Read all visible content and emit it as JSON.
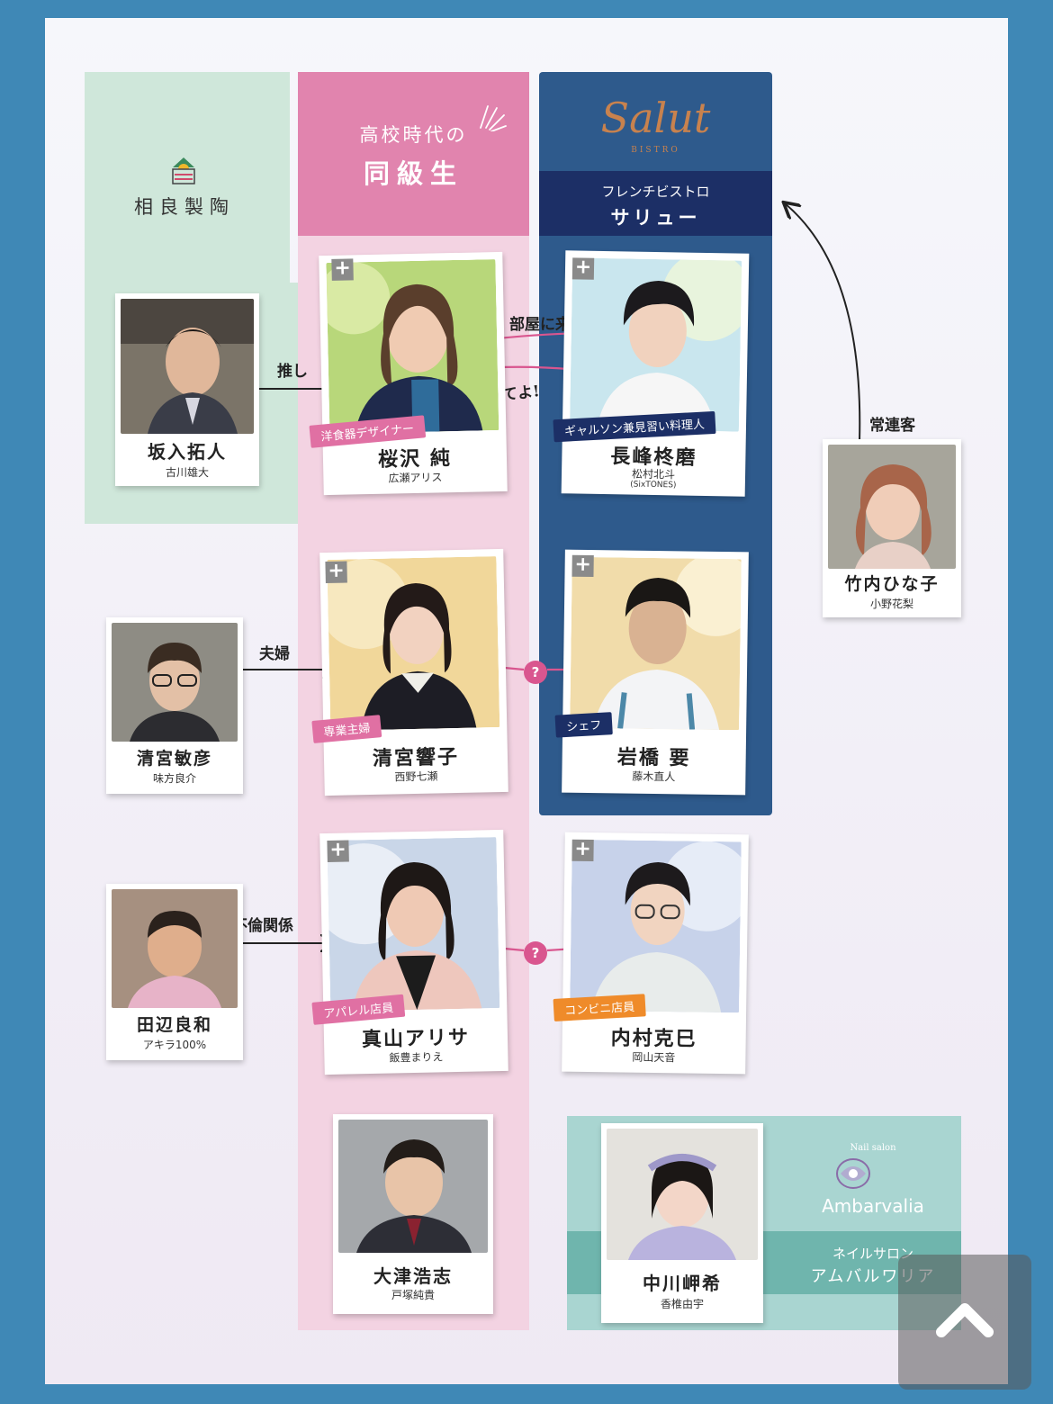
{
  "groups": {
    "company": {
      "name": "相良製陶"
    },
    "classmates": {
      "line1": "高校時代の",
      "line2": "同級生"
    },
    "bistro": {
      "logo": "Salut",
      "logo_sub": "BISTRO",
      "line1": "フレンチビストロ",
      "line2": "サリュー"
    },
    "nail_salon": {
      "small": "Nail salon",
      "logo": "Ambarvalia",
      "line1": "ネイルサロン",
      "line2": "アムバルワリア"
    }
  },
  "characters": [
    {
      "id": "sakairi",
      "name": "坂入拓人",
      "actor": "古川雄大",
      "role": ""
    },
    {
      "id": "sakurazawa",
      "name": "桜沢 純",
      "actor": "広瀬アリス",
      "role": "洋食器デザイナー"
    },
    {
      "id": "nagamine",
      "name": "長峰柊磨",
      "actor": "松村北斗",
      "actor_sub": "(SixTONES)",
      "role": "ギャルソン兼見習い料理人"
    },
    {
      "id": "takeuchi",
      "name": "竹内ひな子",
      "actor": "小野花梨",
      "role": ""
    },
    {
      "id": "kiyomiya_t",
      "name": "清宮敏彦",
      "actor": "味方良介",
      "role": ""
    },
    {
      "id": "kiyomiya_k",
      "name": "清宮響子",
      "actor": "西野七瀬",
      "role": "専業主婦"
    },
    {
      "id": "iwahashi",
      "name": "岩橋 要",
      "actor": "藤木直人",
      "role": "シェフ"
    },
    {
      "id": "tanabe",
      "name": "田辺良和",
      "actor": "アキラ100%",
      "role": ""
    },
    {
      "id": "mayama",
      "name": "真山アリサ",
      "actor": "飯豊まりえ",
      "role": "アパレル店員"
    },
    {
      "id": "uchimura",
      "name": "内村克巳",
      "actor": "岡山天音",
      "role": "コンビニ店員"
    },
    {
      "id": "otsu",
      "name": "大津浩志",
      "actor": "戸塚純貴",
      "role": ""
    },
    {
      "id": "nakagawa",
      "name": "中川岬希",
      "actor": "香椎由宇",
      "role": ""
    }
  ],
  "relations": {
    "oshi": "推し",
    "heya": "部屋に来る?",
    "yamete": "やめてよ!",
    "joren": "常連客",
    "fuufu": "夫婦",
    "furin": "不倫関係",
    "question": "?"
  },
  "ui": {
    "plus": "+"
  },
  "colors": {
    "pink_header": "#e184ae",
    "pink_column": "#f3d3e2",
    "navy": "#2e5a8c",
    "green": "#cfe7da",
    "teal": "#a9d5d1"
  }
}
